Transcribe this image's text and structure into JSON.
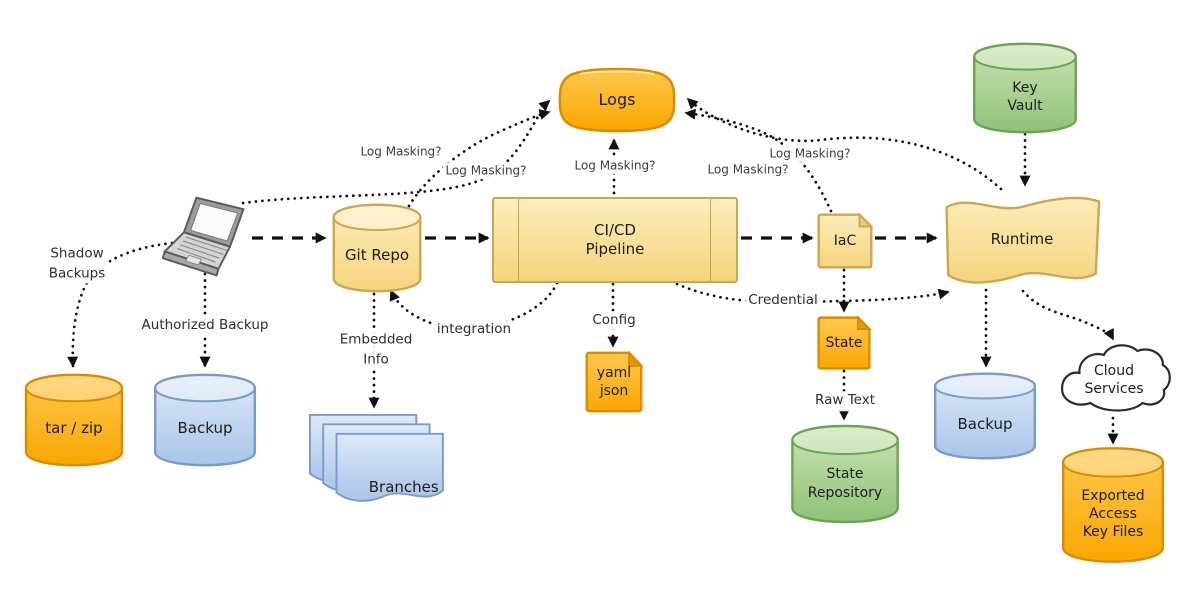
{
  "diagram": {
    "palette": {
      "orange_fill": "#FFB01E",
      "orange_stroke": "#D98C00",
      "yellow_fill": "#F8DF99",
      "yellow_stroke": "#CDA74F",
      "blue_fill": "#BFD6F0",
      "blue_stroke": "#7A9BC9",
      "green_fill": "#A9D18E",
      "green_stroke": "#6BA351",
      "cloud_stroke": "#2b2b2b",
      "arrow": "#111111"
    },
    "nodes": {
      "logs": {
        "label": "Logs",
        "shape": "rounded-pill",
        "color": "orange"
      },
      "laptop": {
        "icon": "laptop",
        "label": ""
      },
      "git_repo": {
        "label": "Git Repo",
        "shape": "cylinder",
        "color": "yellow"
      },
      "cicd": {
        "label": "CI/CD\nPipeline",
        "shape": "process-box",
        "color": "yellow"
      },
      "iac": {
        "label": "IaC",
        "shape": "note",
        "color": "yellow"
      },
      "runtime": {
        "label": "Runtime",
        "shape": "wave",
        "color": "yellow"
      },
      "key_vault": {
        "label": "Key\nVault",
        "shape": "cylinder",
        "color": "green"
      },
      "tar_zip": {
        "label": "tar / zip",
        "shape": "cylinder",
        "color": "orange"
      },
      "backup_left": {
        "label": "Backup",
        "shape": "cylinder",
        "color": "blue"
      },
      "branches": {
        "label": "Branches",
        "shape": "stacked-documents",
        "color": "blue"
      },
      "yaml_json": {
        "label": "yaml\njson",
        "shape": "note",
        "color": "orange"
      },
      "state": {
        "label": "State",
        "shape": "note",
        "color": "orange"
      },
      "state_repository": {
        "label": "State\nRepository",
        "shape": "cylinder",
        "color": "green"
      },
      "backup_right": {
        "label": "Backup",
        "shape": "cylinder",
        "color": "blue"
      },
      "cloud_services": {
        "label": "Cloud\nServices",
        "shape": "cloud",
        "color": "white"
      },
      "exported_keys": {
        "label": "Exported\nAccess\nKey Files",
        "shape": "cylinder",
        "color": "orange"
      }
    },
    "edge_labels": {
      "shadow_backups": "Shadow\nBackups",
      "authorized_backup": "Authorized Backup",
      "embedded_info": "Embedded\nInfo",
      "integration": "integration",
      "config": "Config",
      "credential": "Credential",
      "raw_text": "Raw Text",
      "log_masking_laptop": "Log Masking?",
      "log_masking_git": "Log Masking?",
      "log_masking_cicd": "Log Masking?",
      "log_masking_iac": "Log Masking?",
      "log_masking_runtime": "Log Masking?"
    },
    "edges": [
      {
        "from": "laptop",
        "to": "git_repo",
        "style": "dashed"
      },
      {
        "from": "git_repo",
        "to": "cicd",
        "style": "dashed"
      },
      {
        "from": "cicd",
        "to": "iac",
        "style": "dashed"
      },
      {
        "from": "iac",
        "to": "runtime",
        "style": "dashed"
      },
      {
        "from": "laptop",
        "to": "logs",
        "style": "dotted",
        "label": "Log Masking?"
      },
      {
        "from": "git_repo",
        "to": "logs",
        "style": "dotted",
        "label": "Log Masking?"
      },
      {
        "from": "cicd",
        "to": "logs",
        "style": "dotted",
        "label": "Log Masking?"
      },
      {
        "from": "iac",
        "to": "logs",
        "style": "dotted",
        "label": "Log Masking?"
      },
      {
        "from": "runtime",
        "to": "logs",
        "style": "dotted",
        "label": "Log Masking?"
      },
      {
        "from": "laptop",
        "to": "tar_zip",
        "style": "dotted",
        "label": "Shadow Backups"
      },
      {
        "from": "laptop",
        "to": "backup_left",
        "style": "dotted",
        "label": "Authorized Backup"
      },
      {
        "from": "git_repo",
        "to": "branches",
        "style": "dotted",
        "label": "Embedded Info"
      },
      {
        "from": "cicd",
        "to": "git_repo",
        "style": "dotted",
        "label": "integration"
      },
      {
        "from": "cicd",
        "to": "yaml_json",
        "style": "dotted",
        "label": "Config"
      },
      {
        "from": "cicd",
        "to": "runtime",
        "style": "dotted",
        "label": "Credential"
      },
      {
        "from": "iac",
        "to": "state",
        "style": "dotted"
      },
      {
        "from": "state",
        "to": "state_repository",
        "style": "dotted",
        "label": "Raw Text"
      },
      {
        "from": "key_vault",
        "to": "runtime",
        "style": "dotted"
      },
      {
        "from": "runtime",
        "to": "backup_right",
        "style": "dotted"
      },
      {
        "from": "runtime",
        "to": "cloud_services",
        "style": "dotted"
      },
      {
        "from": "cloud_services",
        "to": "exported_keys",
        "style": "dotted"
      }
    ]
  }
}
